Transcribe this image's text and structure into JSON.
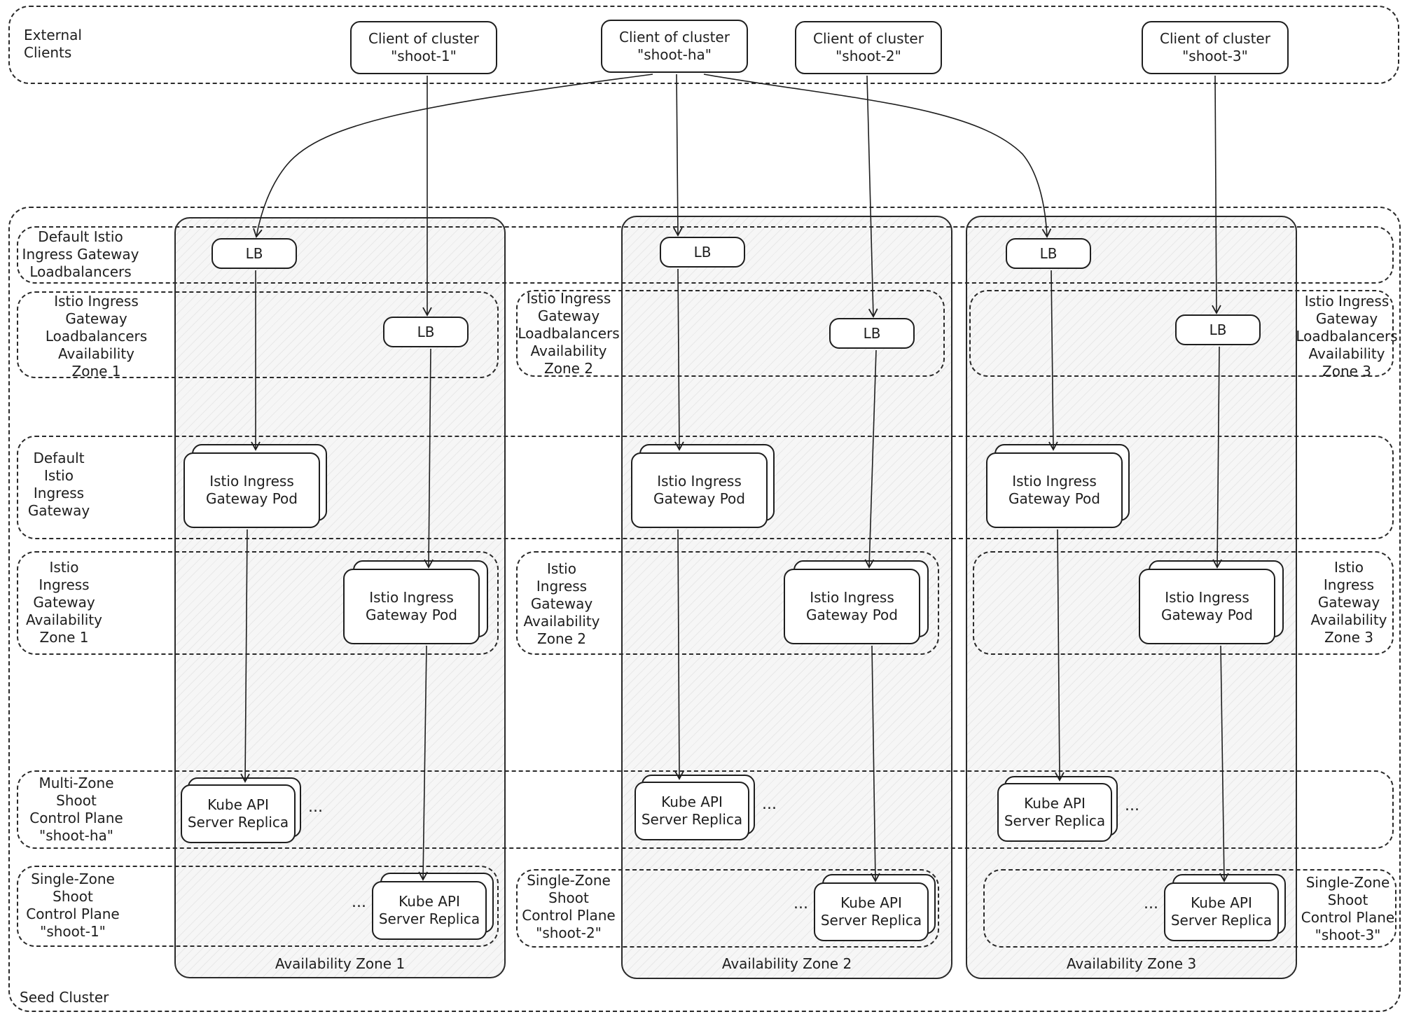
{
  "external": {
    "label": "External\nClients"
  },
  "clients": [
    {
      "id": "client-shoot-1",
      "label": "Client of cluster\n\"shoot-1\""
    },
    {
      "id": "client-shoot-ha",
      "label": "Client of cluster\n\"shoot-ha\""
    },
    {
      "id": "client-shoot-2",
      "label": "Client of cluster\n\"shoot-2\""
    },
    {
      "id": "client-shoot-3",
      "label": "Client of cluster\n\"shoot-3\""
    }
  ],
  "seed": {
    "label": "Seed Cluster"
  },
  "zones": [
    {
      "label": "Availability Zone 1"
    },
    {
      "label": "Availability Zone 2"
    },
    {
      "label": "Availability Zone 3"
    }
  ],
  "rows": {
    "default_lb": "Default Istio\nIngress Gateway\nLoadbalancers",
    "zonal_lb_1": "Istio Ingress\nGateway\nLoadbalancers\nAvailability\nZone 1",
    "zonal_lb_2": "Istio Ingress\nGateway\nLoadbalancers\nAvailability\nZone 2",
    "zonal_lb_3": "Istio Ingress\nGateway\nLoadbalancers\nAvailability\nZone 3",
    "default_gw": "Default\nIstio\nIngress\nGateway",
    "zonal_gw_1": "Istio\nIngress\nGateway\nAvailability\nZone 1",
    "zonal_gw_2": "Istio\nIngress\nGateway\nAvailability\nZone 2",
    "zonal_gw_3": "Istio\nIngress\nGateway\nAvailability\nZone 3",
    "multi_zone": "Multi-Zone\nShoot\nControl Plane\n\"shoot-ha\"",
    "single_zone_1": "Single-Zone\nShoot\nControl Plane\n\"shoot-1\"",
    "single_zone_2": "Single-Zone\nShoot\nControl Plane\n\"shoot-2\"",
    "single_zone_3": "Single-Zone\nShoot\nControl Plane\n\"shoot-3\""
  },
  "nodes": {
    "lb": "LB",
    "gateway_pod": "Istio Ingress\nGateway Pod",
    "api_replica": "Kube API\nServer Replica",
    "ellipsis": "..."
  }
}
